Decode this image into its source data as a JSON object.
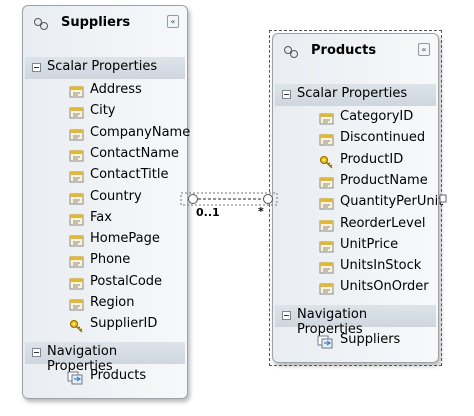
{
  "entities": [
    {
      "name": "Suppliers",
      "scalar_label": "Scalar Properties",
      "scalar": [
        "Address",
        "City",
        "CompanyName",
        "ContactName",
        "ContactTitle",
        "Country",
        "Fax",
        "HomePage",
        "Phone",
        "PostalCode",
        "Region",
        "SupplierID"
      ],
      "key_property": "SupplierID",
      "nav_label": "Navigation Properties",
      "nav": [
        "Products"
      ],
      "collapse_glyph": "«"
    },
    {
      "name": "Products",
      "scalar_label": "Scalar Properties",
      "scalar": [
        "CategoryID",
        "Discontinued",
        "ProductID",
        "ProductName",
        "QuantityPerUnit",
        "ReorderLevel",
        "UnitPrice",
        "UnitsInStock",
        "UnitsOnOrder"
      ],
      "key_property": "ProductID",
      "nav_label": "Navigation Properties",
      "nav": [
        "Suppliers"
      ],
      "collapse_glyph": "«"
    }
  ],
  "association": {
    "left_multiplicity": "0..1",
    "right_multiplicity": "*"
  },
  "icons": [
    "entity-icon",
    "property-icon",
    "key-property-icon",
    "navigation-property-icon",
    "collapse-icon"
  ],
  "colors": {
    "header": "#dde3e9",
    "border": "#9aa3ad",
    "key": "#d9a400",
    "property": "#e6b82c",
    "nav": "#4a7fc0"
  }
}
